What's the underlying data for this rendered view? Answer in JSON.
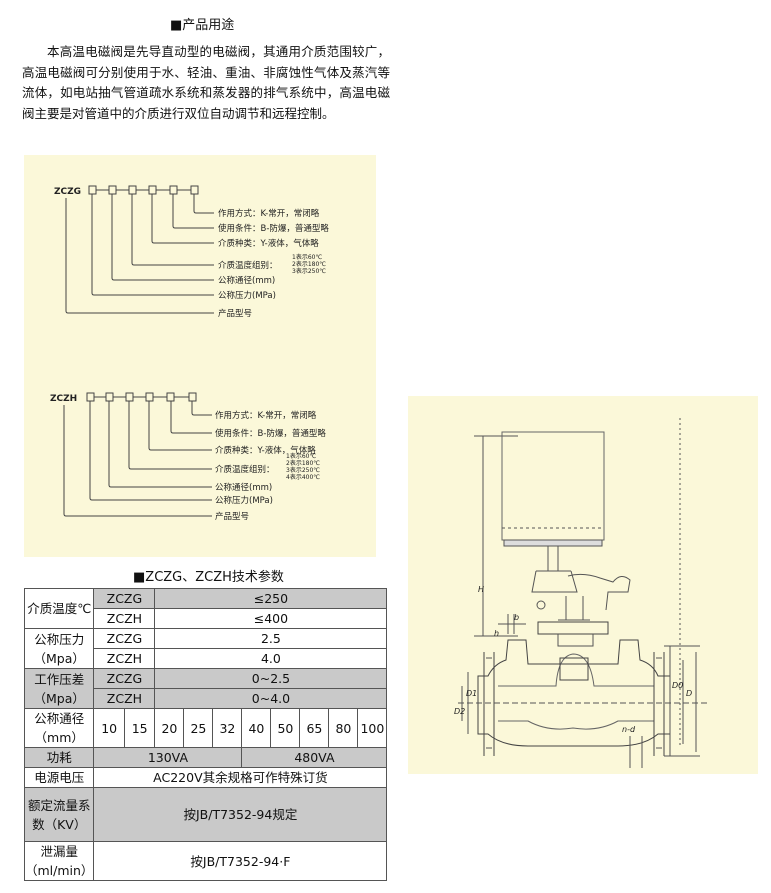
{
  "usage": {
    "title": "■产品用途",
    "paragraph": "本高温电磁阀是先导直动型的电磁阀，其通用介质范围较广，高温电磁阀可分别使用于水、轻油、重油、非腐蚀性气体及蒸汽等流体，如电站抽气管道疏水系统和蒸发器的排气系统中，高温电磁阀主要是对管道中的介质进行双位自动调节和远程控制。"
  },
  "model_zczg": {
    "prefix": "ZCZG",
    "labels": [
      "作用方式：K-常开，常闭略",
      "使用条件：B-防爆，普通型略",
      "介质种类：Y-液体，气体略",
      "介质温度组别：",
      "公称通径(mm)",
      "公称压力(MPa)",
      "产品型号"
    ],
    "temp_notes": [
      "1表示60℃",
      "2表示180℃",
      "3表示250℃"
    ]
  },
  "model_zczh": {
    "prefix": "ZCZH",
    "labels": [
      "作用方式：K-常开，常闭略",
      "使用条件：B-防爆，普通型略",
      "介质种类：Y-液体，气体略",
      "介质温度组别：",
      "公称通径(mm)",
      "公称压力(MPa)",
      "产品型号"
    ],
    "temp_notes": [
      "1表示60℃",
      "2表示180℃",
      "3表示250℃",
      "4表示400℃"
    ]
  },
  "drawing": {
    "labels": [
      "H",
      "h",
      "b",
      "D2",
      "D1",
      "D",
      "D0",
      "n-d"
    ]
  },
  "spec": {
    "title": "■ZCZG、ZCZH技术参数",
    "temp_label": "介质温度℃",
    "temp_rows": [
      {
        "model": "ZCZG",
        "value": "≤250"
      },
      {
        "model": "ZCZH",
        "value": "≤400"
      }
    ],
    "pressure_label": "公称压力（Mpa）",
    "pressure_rows": [
      {
        "model": "ZCZG",
        "value": "2.5"
      },
      {
        "model": "ZCZH",
        "value": "4.0"
      }
    ],
    "diff_label": "工作压差（Mpa）",
    "diff_rows": [
      {
        "model": "ZCZG",
        "value": "0~2.5"
      },
      {
        "model": "ZCZH",
        "value": "0~4.0"
      }
    ],
    "dn_label": "公称通径（mm）",
    "dn_values": [
      "10",
      "15",
      "20",
      "25",
      "32",
      "40",
      "50",
      "65",
      "80",
      "100"
    ],
    "power_label": "功耗",
    "power_values": [
      "130VA",
      "480VA"
    ],
    "voltage_label": "电源电压",
    "voltage_value": "AC220V其余规格可作特殊订货",
    "flow_label": "额定流量系数（KV）",
    "flow_value": "按JB/T7352-94规定",
    "leak_label": "泄漏量（ml/min）",
    "leak_value": "按JB/T7352-94·F"
  }
}
